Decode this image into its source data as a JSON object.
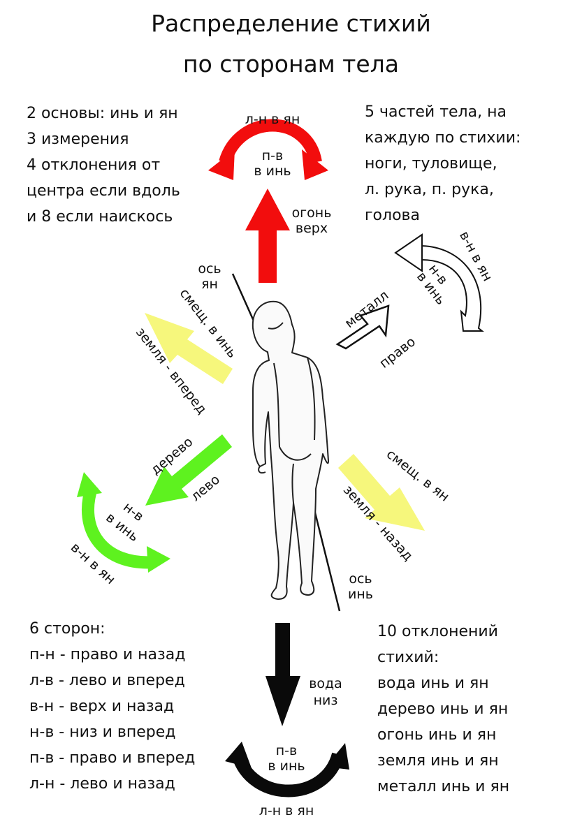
{
  "title_line1": "Распределение стихий",
  "title_line2": "по сторонам тела",
  "text_top_left": [
    "2 основы: инь и ян",
    "3 измерения",
    "4 отклонения от",
    "центра если вдоль",
    "и 8 если наискось"
  ],
  "text_top_right": [
    "5 частей тела, на",
    "каждую по стихии:",
    "ноги, туловище,",
    "л. рука, п. рука,",
    "голова"
  ],
  "text_bottom_left": [
    "6 сторон:",
    "п-н - право и назад",
    "л-в - лево и вперед",
    "в-н - верх и назад",
    "н-в - низ и вперед",
    "п-в - право и вперед",
    "л-н - лево и назад"
  ],
  "text_bottom_right": [
    "10 отклонений",
    "стихий:",
    "вода инь и ян",
    "дерево инь и ян",
    "огонь инь и ян",
    "земля инь и ян",
    "металл инь и ян"
  ],
  "labels": {
    "fire_curve_outer": "л-н в ян",
    "fire_curve_inner_1": "п-в",
    "fire_curve_inner_2": "в инь",
    "fire_1": "огонь",
    "fire_2": "верх",
    "axis_yang_1": "ось",
    "axis_yang_2": "ян",
    "earth_fwd_shift": "смещ. в инь",
    "earth_fwd": "земля - вперед",
    "metal": "металл",
    "metal_dir": "право",
    "metal_curve_outer": "в-н в ян",
    "metal_curve_inner_1": "н-в",
    "metal_curve_inner_2": "в инь",
    "wood": "дерево",
    "wood_dir": "лево",
    "wood_curve_inner_1": "н-в",
    "wood_curve_inner_2": "в инь",
    "wood_curve_outer": "в-н в ян",
    "earth_back_shift": "смещ. в ян",
    "earth_back": "земля - назад",
    "axis_yin_1": "ось",
    "axis_yin_2": "инь",
    "water_1": "вода",
    "water_2": "низ",
    "water_curve_inner_1": "п-в",
    "water_curve_inner_2": "в инь",
    "water_curve_outer": "л-н в ян"
  },
  "colors": {
    "fire": "#f20d0d",
    "earth": "#f6f77c",
    "wood": "#5ef21f",
    "water": "#0a0a0a",
    "metal": "#ffffff",
    "outline": "#111111",
    "figure": "#222222"
  }
}
